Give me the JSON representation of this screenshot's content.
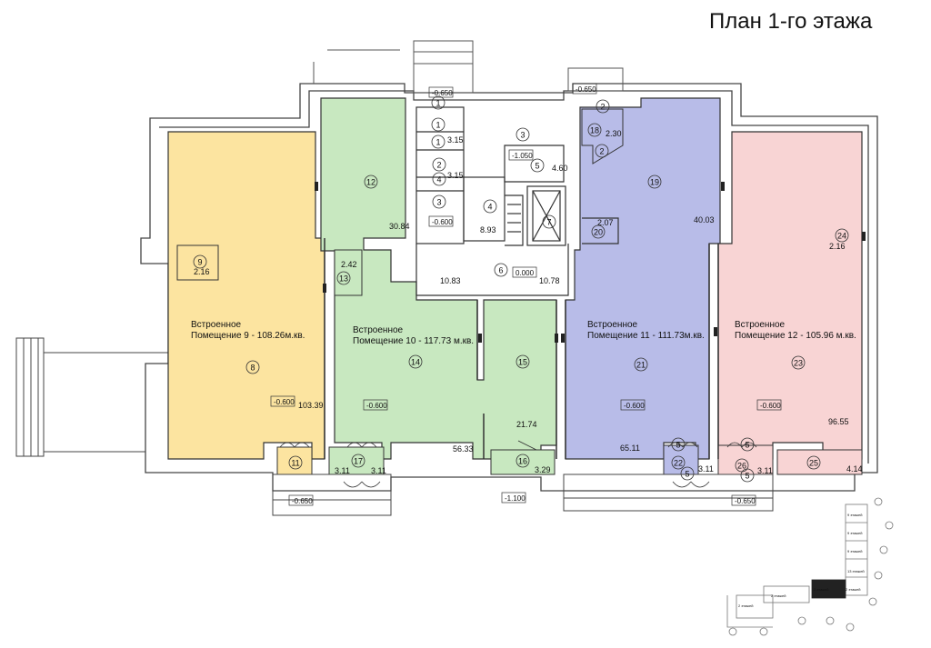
{
  "title": "План 1-го этажа",
  "colors": {
    "yellow": "#fce4a0",
    "green": "#c8e8c0",
    "blue": "#b8bce8",
    "pink": "#f8d4d4",
    "wall": "#444444"
  },
  "premises": [
    {
      "line1": "Встроенное",
      "line2": "Помещение 9 - 108.26м.кв."
    },
    {
      "line1": "Встроенное",
      "line2": "Помещение 10 - 117.73 м.кв."
    },
    {
      "line1": "Встроенное",
      "line2": "Помещение 11 - 111.73м.кв."
    },
    {
      "line1": "Встроенное",
      "line2": "Помещение 12 - 105.96 м.кв."
    }
  ],
  "rooms": [
    {
      "num": "1"
    },
    {
      "num": "1"
    },
    {
      "num": "1"
    },
    {
      "num": "2"
    },
    {
      "num": "4"
    },
    {
      "num": "3"
    },
    {
      "num": "3"
    },
    {
      "num": "4"
    },
    {
      "num": "5"
    },
    {
      "num": "6"
    },
    {
      "num": "7"
    },
    {
      "num": "8"
    },
    {
      "num": "9"
    },
    {
      "num": "11"
    },
    {
      "num": "12"
    },
    {
      "num": "13"
    },
    {
      "num": "14"
    },
    {
      "num": "15"
    },
    {
      "num": "16"
    },
    {
      "num": "17"
    },
    {
      "num": "18"
    },
    {
      "num": "2"
    },
    {
      "num": "2"
    },
    {
      "num": "19"
    },
    {
      "num": "20"
    },
    {
      "num": "21"
    },
    {
      "num": "22"
    },
    {
      "num": "5"
    },
    {
      "num": "5"
    },
    {
      "num": "23"
    },
    {
      "num": "24"
    },
    {
      "num": "25"
    },
    {
      "num": "26"
    },
    {
      "num": "5"
    },
    {
      "num": "5"
    }
  ],
  "areas": [
    "3.15",
    "3.15",
    "4.60",
    "8.93",
    "10.83",
    "10.78",
    "2.16",
    "103.39",
    "3.11",
    "30.84",
    "2.42",
    "56.33",
    "21.74",
    "3.29",
    "3.11",
    "2.30",
    "2.07",
    "40.03",
    "65.11",
    "3.11",
    "96.55",
    "2.16",
    "4.14",
    "3.11"
  ],
  "levels": [
    "-0.650",
    "-0.650",
    "-1.050",
    "-0.600",
    "0.000",
    "-0.600",
    "-0.600",
    "-0.600",
    "-0.600",
    "-0.650",
    "-1.100",
    "-0.650"
  ],
  "keyplan": {
    "labels": [
      "9 этажей",
      "9 этажей",
      "9 этажей",
      "13 этажей",
      "2 этажей",
      "2 этажей",
      "2 этажей",
      "2 этажей"
    ]
  }
}
